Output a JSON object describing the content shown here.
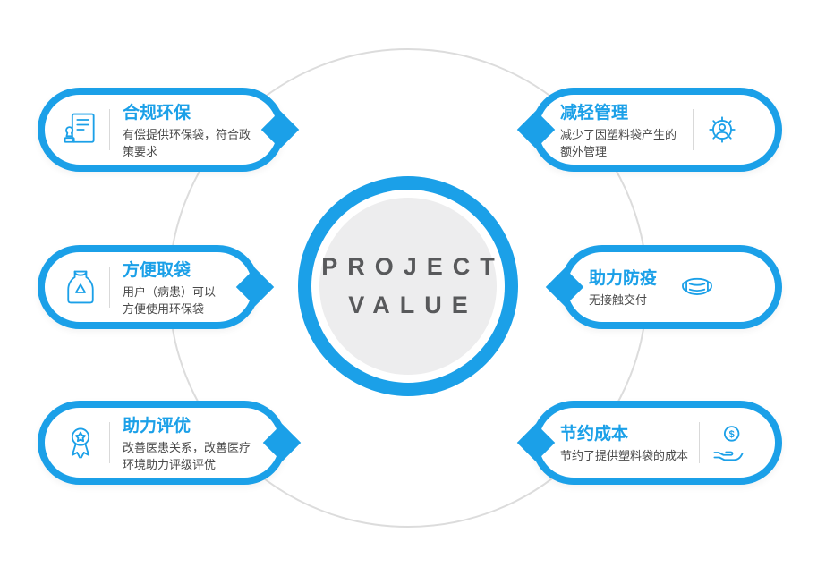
{
  "center": {
    "line1": "PROJECT",
    "line2": "VALUE"
  },
  "colors": {
    "accent": "#1BA0E8",
    "desc_text": "#4A4A4A",
    "center_title_text": "#58595B",
    "center_fill": "#EDEDEE",
    "connector_ring": "#DCDCDC"
  },
  "cards": [
    {
      "id": "compliance",
      "side": "left",
      "icon": "stamp-document-icon",
      "title": "合规环保",
      "desc": "有偿提供环保袋，符合政策要求"
    },
    {
      "id": "bag-access",
      "side": "left",
      "icon": "recycle-bag-icon",
      "title": "方便取袋",
      "desc": "用户（病患）可以方便使用环保袋"
    },
    {
      "id": "evaluation",
      "side": "left",
      "icon": "award-medal-icon",
      "title": "助力评优",
      "desc": "改善医患关系，改善医疗环境助力评级评优"
    },
    {
      "id": "management",
      "side": "right",
      "icon": "gear-user-icon",
      "title": "减轻管理",
      "desc": "减少了因塑料袋产生的额外管理"
    },
    {
      "id": "epidemic",
      "side": "right",
      "icon": "face-mask-icon",
      "title": "助力防疫",
      "desc": "无接触交付"
    },
    {
      "id": "cost",
      "side": "right",
      "icon": "money-hand-icon",
      "title": "节约成本",
      "desc": "节约了提供塑料袋的成本"
    }
  ]
}
